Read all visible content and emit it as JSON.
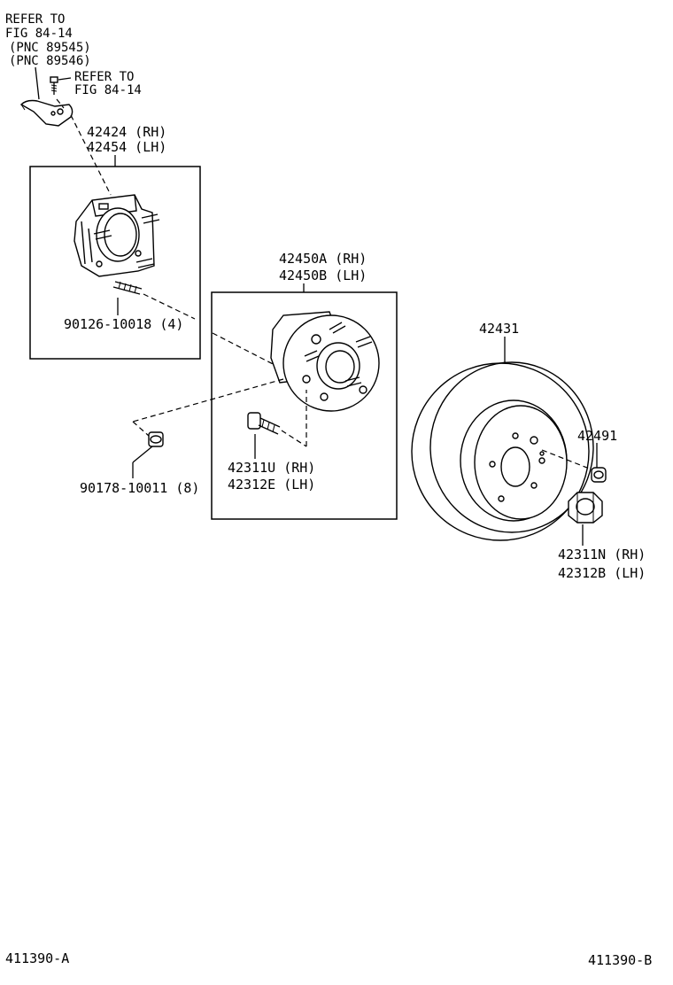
{
  "refer_top": {
    "line1": "REFER TO",
    "line2": "FIG 84-14",
    "line3": "(PNC 89545)",
    "line4": "(PNC 89546)"
  },
  "refer_bolt": {
    "line1": "REFER TO",
    "line2": "FIG 84-14"
  },
  "parts": {
    "carrier": {
      "rh": "42424 (RH)",
      "lh": "42454 (LH)"
    },
    "carrier_stud": {
      "label": "90126-10018 (4)"
    },
    "hub_bearing": {
      "rh": "42450A (RH)",
      "lh": "42450B (LH)"
    },
    "nut_small": {
      "label": "90178-10011 (8)"
    },
    "hub_bolt": {
      "rh": "42311U (RH)",
      "lh": "42312E (LH)"
    },
    "disc": {
      "label": "42431"
    },
    "plug": {
      "label": "42491"
    },
    "wheel_nut": {
      "rh": "42311N (RH)",
      "lh": "42312B (LH)"
    }
  },
  "footer": {
    "left_code": "411390-A",
    "right_code": "411390-B"
  }
}
